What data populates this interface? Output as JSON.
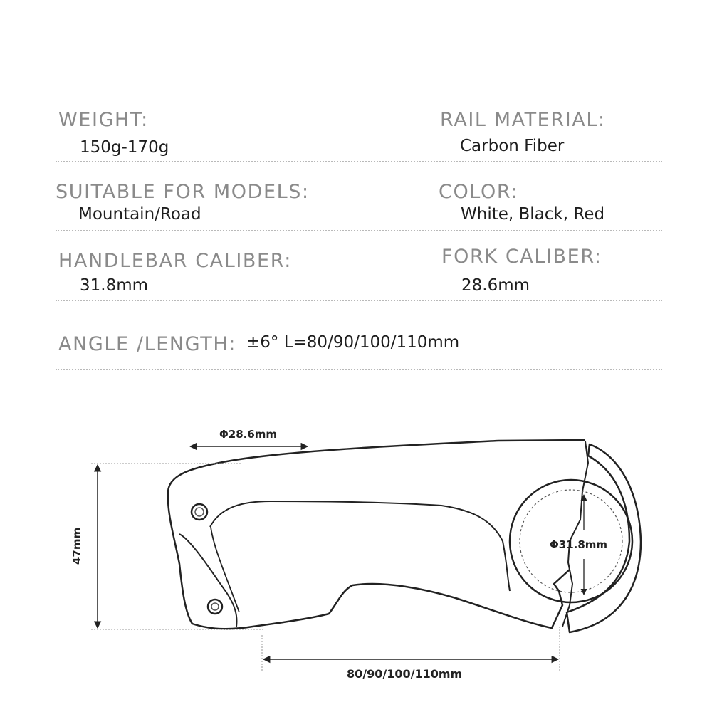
{
  "specs": {
    "weight": {
      "label": "WEIGHT:",
      "value": "150g-170g"
    },
    "rail_material": {
      "label": "RAIL MATERIAL:",
      "value": "Carbon Fiber"
    },
    "suitable": {
      "label": "SUITABLE FOR MODELS:",
      "value": "Mountain/Road"
    },
    "color": {
      "label": "COLOR:",
      "value": "White, Black, Red"
    },
    "handlebar": {
      "label": "HANDLEBAR CALIBER:",
      "value": "31.8mm"
    },
    "fork": {
      "label": "FORK CALIBER:",
      "value": "28.6mm"
    },
    "angle": {
      "label": "ANGLE /LENGTH:",
      "value": "±6° L=80/90/100/110mm"
    }
  },
  "diagram": {
    "fork_dim": "Φ28.6mm",
    "height_dim": "47mm",
    "bar_dim": "Φ31.8mm",
    "length_dim": "80/90/100/110mm"
  }
}
